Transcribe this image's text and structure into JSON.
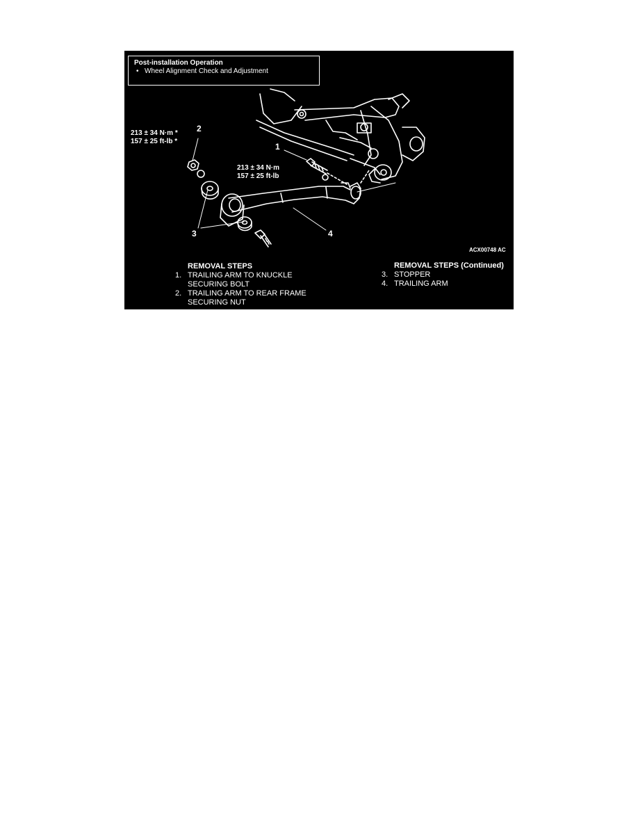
{
  "post_installation": {
    "title": "Post-installation Operation",
    "items": [
      "Wheel Alignment Check and Adjustment"
    ]
  },
  "callouts": {
    "c1": "1",
    "c2": "2",
    "c3": "3",
    "c4": "4"
  },
  "torque_left": {
    "line1": "213 ± 34 N·m *",
    "line2": "157 ± 25 ft-lb *"
  },
  "torque_center": {
    "line1": "213 ± 34 N·m",
    "line2": "157 ± 25 ft-lb"
  },
  "figure_code": "ACX00748 AC",
  "removal_steps": {
    "heading": "REMOVAL STEPS",
    "steps": [
      {
        "num": "1.",
        "line1": "TRAILING ARM TO KNUCKLE",
        "line2": "SECURING BOLT"
      },
      {
        "num": "2.",
        "line1": "TRAILING ARM TO REAR FRAME",
        "line2": "SECURING NUT"
      }
    ]
  },
  "removal_steps_continued": {
    "heading": "REMOVAL STEPS (Continued)",
    "steps": [
      {
        "num": "3.",
        "line1": "STOPPER"
      },
      {
        "num": "4.",
        "line1": "TRAILING ARM"
      }
    ]
  },
  "colors": {
    "background": "#000000",
    "foreground": "#ffffff",
    "page": "#ffffff"
  }
}
